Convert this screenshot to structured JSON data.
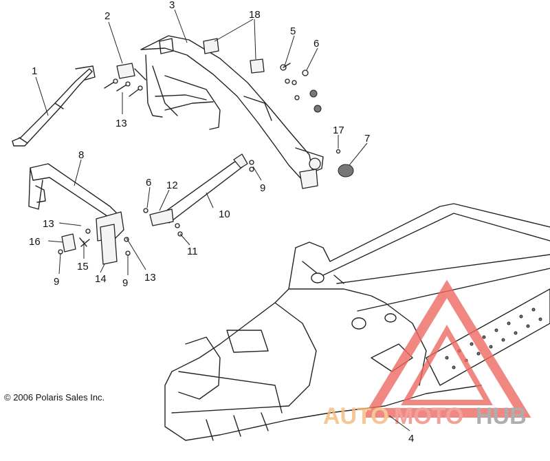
{
  "diagram": {
    "callouts": [
      {
        "id": "c1",
        "text": "1"
      },
      {
        "id": "c2",
        "text": "2"
      },
      {
        "id": "c3",
        "text": "3"
      },
      {
        "id": "c18",
        "text": "18"
      },
      {
        "id": "c5",
        "text": "5"
      },
      {
        "id": "c6a",
        "text": "6"
      },
      {
        "id": "c13a",
        "text": "13"
      },
      {
        "id": "c17",
        "text": "17"
      },
      {
        "id": "c7",
        "text": "7"
      },
      {
        "id": "c8",
        "text": "8"
      },
      {
        "id": "c6b",
        "text": "6"
      },
      {
        "id": "c12",
        "text": "12"
      },
      {
        "id": "c9a",
        "text": "9"
      },
      {
        "id": "c10",
        "text": "10"
      },
      {
        "id": "c13b",
        "text": "13"
      },
      {
        "id": "c16",
        "text": "16"
      },
      {
        "id": "c15",
        "text": "15"
      },
      {
        "id": "c14",
        "text": "14"
      },
      {
        "id": "c9b",
        "text": "9"
      },
      {
        "id": "c9c",
        "text": "9"
      },
      {
        "id": "c13c",
        "text": "13"
      },
      {
        "id": "c11",
        "text": "11"
      },
      {
        "id": "c4",
        "text": "4"
      }
    ],
    "copyright": "© 2006 Polaris Sales Inc."
  },
  "watermark": {
    "part1": "AUTO",
    "part2": "MOTO",
    "part3": "HUB",
    "color_auto": "#f5b87a",
    "color_moto": "#f08a82",
    "color_hub": "#9a9a9a",
    "color_triangle": "#ee6a62"
  }
}
